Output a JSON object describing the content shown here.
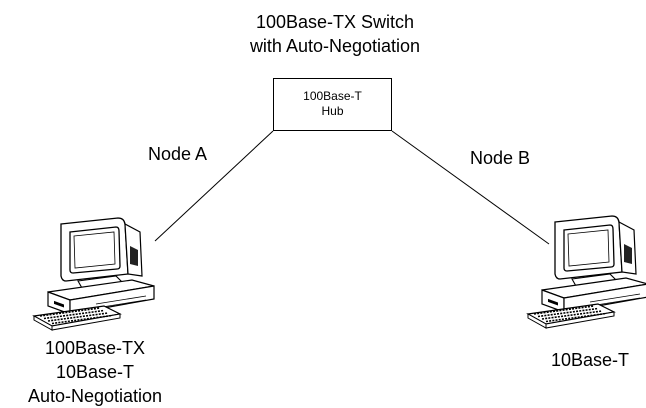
{
  "switch_label": {
    "line1": "100Base-TX Switch",
    "line2": "with Auto-Negotiation"
  },
  "hub": {
    "line1": "100Base-T",
    "line2": "Hub"
  },
  "node_a": {
    "name": "Node A",
    "caption": [
      "100Base-TX",
      "10Base-T",
      "Auto-Negotiation"
    ]
  },
  "node_b": {
    "name": "Node B",
    "caption": [
      "10Base-T"
    ]
  },
  "icons": {
    "computer": "desktop-computer-icon"
  }
}
